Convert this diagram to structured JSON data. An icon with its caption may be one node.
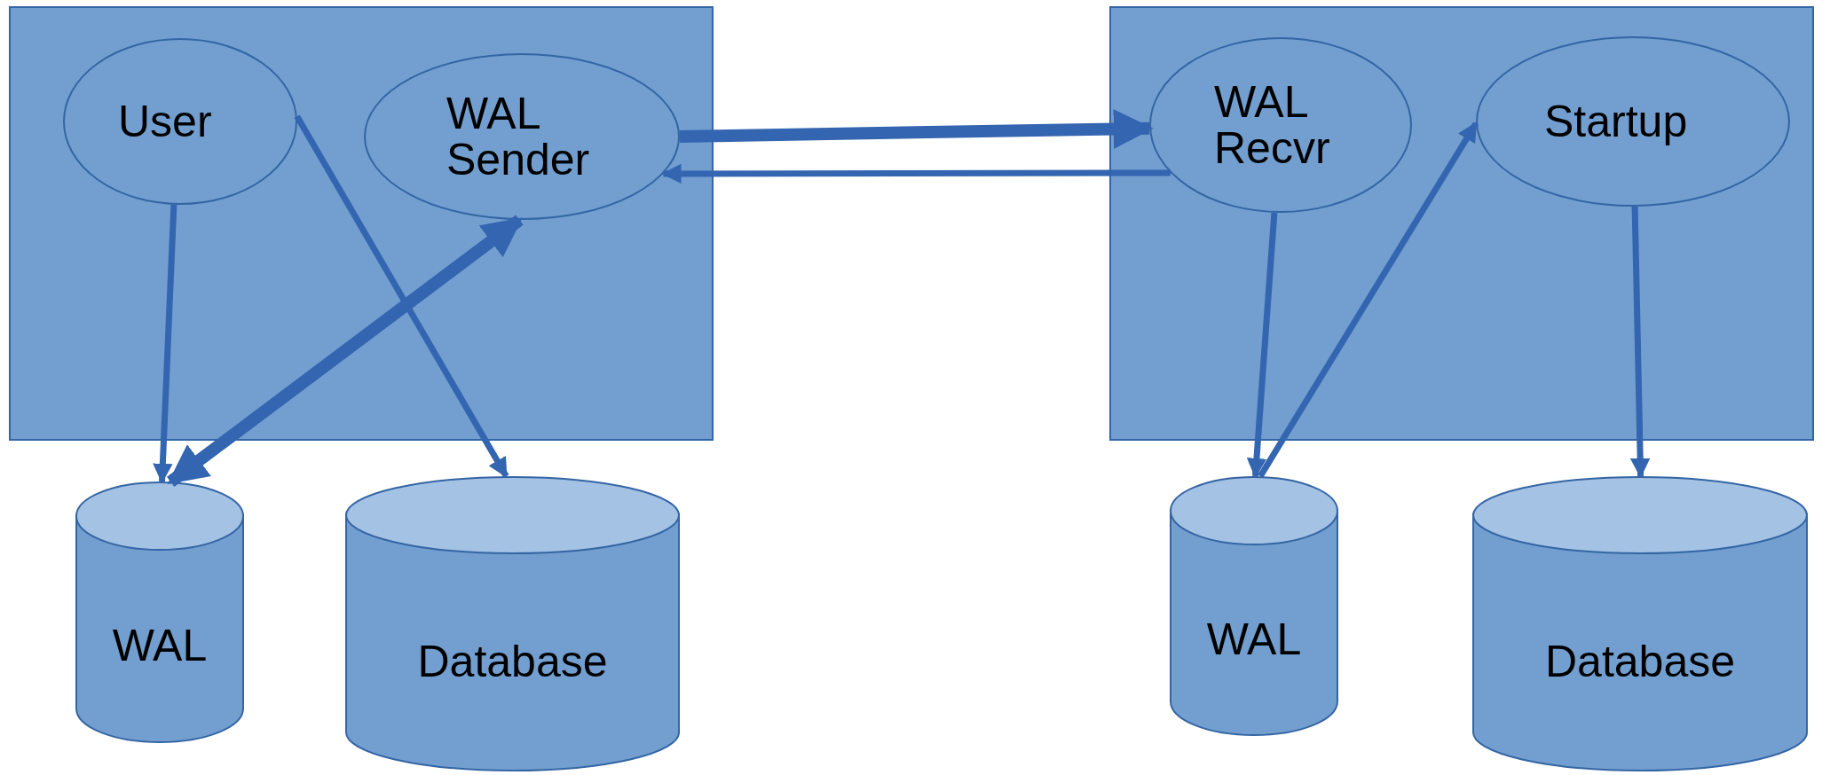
{
  "diagram": {
    "nodes": [
      {
        "text": [],
        "shape": "box"
      },
      {
        "text": [
          "User"
        ],
        "in": 0
      },
      {
        "text": [
          "WAL Sender"
        ],
        "in": 0
      },
      {
        "text": [],
        "shape": "box"
      },
      {
        "text": [
          "WAL Recvr"
        ],
        "in": 3
      },
      {
        "text": [
          "Startup"
        ],
        "in": 3
      },
      {
        "text": [
          "WAL"
        ]
      },
      {
        "text": [
          "Database"
        ]
      },
      {
        "text": [
          "WAL"
        ]
      },
      {
        "text": [
          "Database"
        ]
      }
    ],
    "edges": [
      {
        "from": 1,
        "to": 6,
        "arrow": "to"
      },
      {
        "from": 6,
        "to": 2,
        "arrow": "both",
        "style": "thick"
      },
      {
        "from": 1,
        "to": 7,
        "arrow": "to"
      },
      {
        "from": 2,
        "to": 4,
        "arrow": "to",
        "style": "thick"
      },
      {
        "from": 4,
        "to": 2,
        "arrow": "to"
      },
      {
        "from": 4,
        "to": 8,
        "arrow": "to"
      },
      {
        "from": 8,
        "to": 5,
        "arrow": "to"
      },
      {
        "from": 5,
        "to": 9,
        "arrow": "to"
      }
    ]
  }
}
